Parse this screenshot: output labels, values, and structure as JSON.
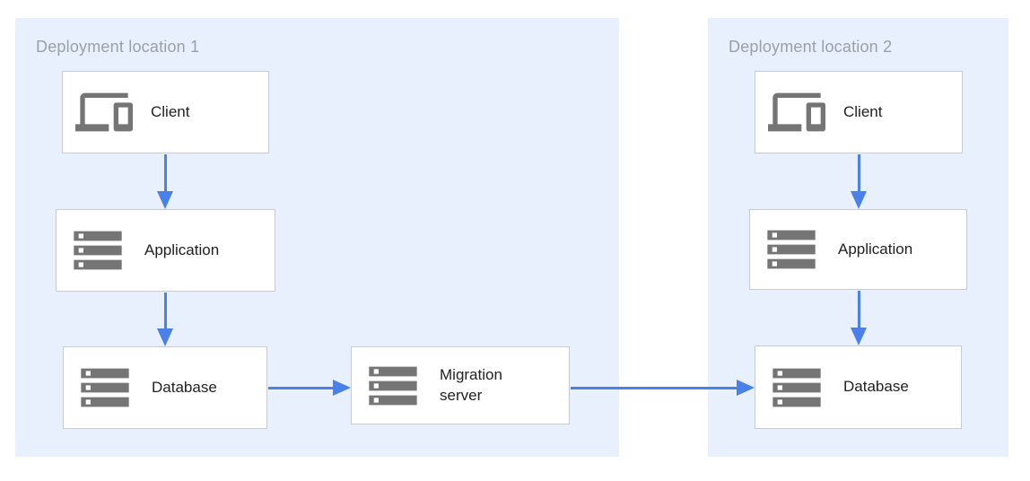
{
  "diagram": {
    "regions": [
      {
        "title": "Deployment location 1"
      },
      {
        "title": "Deployment location 2"
      }
    ],
    "nodes": {
      "client1": {
        "label": "Client",
        "icon": "devices-icon"
      },
      "application1": {
        "label": "Application",
        "icon": "storage-icon"
      },
      "database1": {
        "label": "Database",
        "icon": "storage-icon"
      },
      "migration_server": {
        "label": "Migration server",
        "icon": "storage-icon"
      },
      "client2": {
        "label": "Client",
        "icon": "devices-icon"
      },
      "application2": {
        "label": "Application",
        "icon": "storage-icon"
      },
      "database2": {
        "label": "Database",
        "icon": "storage-icon"
      }
    },
    "edges": [
      "client1 -> application1",
      "application1 -> database1",
      "database1 -> migration_server",
      "migration_server -> database2",
      "client2 -> application2",
      "application2 -> database2"
    ],
    "colors": {
      "region_background": "#e8f0fe",
      "arrow_blue": "#4a80ea",
      "icon_gray": "#757575",
      "node_border": "#c8ccd0",
      "node_background": "#ffffff",
      "region_title_gray": "#9aa0a6",
      "node_text": "#212121"
    }
  }
}
